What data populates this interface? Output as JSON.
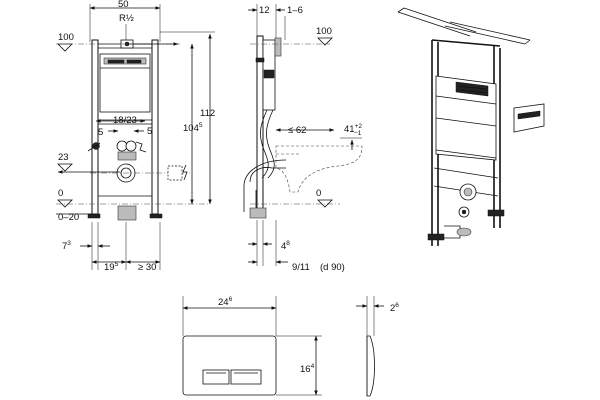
{
  "front": {
    "width": "50",
    "thread": "R½",
    "level_top": "100",
    "level_pipe": "23",
    "level_floor": "0",
    "floor_range": "0–20",
    "inlet_span": {
      "base": "18/23",
      "sup": ""
    },
    "offset_left": "5",
    "offset_right": "5",
    "height_total": "112",
    "height_frame": {
      "base": "104",
      "sup": "5"
    },
    "bottom_left": {
      "base": "7",
      "sup": "3"
    },
    "bottom_mid": {
      "base": "19",
      "sup": "5"
    },
    "bottom_right": "≥ 30"
  },
  "side": {
    "depth": "12",
    "offset": "1–6",
    "level_top": "100",
    "bowl_reach": "≤ 62",
    "bowl_height": {
      "base": "41",
      "sup": "+2",
      "sub": "−1"
    },
    "level_floor": "0",
    "wall_gap": {
      "base": "4",
      "sup": "8"
    },
    "pipe_size": "9/11",
    "pipe_diameter": "(d 90)"
  },
  "plate": {
    "width": {
      "base": "24",
      "sup": "6"
    },
    "height": {
      "base": "16",
      "sup": "4"
    },
    "thickness": {
      "base": "2",
      "sup": "6"
    }
  }
}
